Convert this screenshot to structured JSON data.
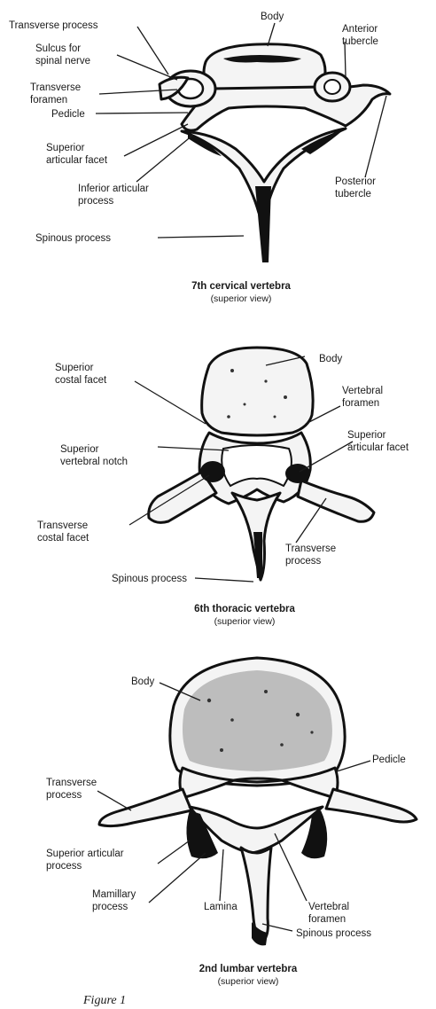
{
  "cervical": {
    "labels": {
      "transverse_process": "Transverse process",
      "sulcus": [
        "Sulcus for",
        "spinal nerve"
      ],
      "transverse_foramen": [
        "Transverse",
        "foramen"
      ],
      "pedicle": "Pedicle",
      "superior_facet": [
        "Superior",
        "articular facet"
      ],
      "inferior_process": [
        "Inferior articular",
        "process"
      ],
      "spinous_process": "Spinous process",
      "body": "Body",
      "anterior_tubercle": [
        "Anterior",
        "tubercle"
      ],
      "posterior_tubercle": [
        "Posterior",
        "tubercle"
      ]
    },
    "caption": "7th cervical vertebra",
    "view": "(superior view)"
  },
  "thoracic": {
    "labels": {
      "body": "Body",
      "superior_costal_facet": [
        "Superior",
        "costal facet"
      ],
      "vertebral_foramen": [
        "Vertebral",
        "foramen"
      ],
      "superior_articular_facet": [
        "Superior",
        "articular facet"
      ],
      "superior_vertebral_notch": [
        "Superior",
        "vertebral notch"
      ],
      "transverse_costal_facet": [
        "Transverse",
        "costal facet"
      ],
      "transverse_process": [
        "Transverse",
        "process"
      ],
      "spinous_process": "Spinous process"
    },
    "caption": "6th thoracic vertebra",
    "view": "(superior view)"
  },
  "lumbar": {
    "labels": {
      "body": "Body",
      "pedicle": "Pedicle",
      "transverse_process": [
        "Transverse",
        "process"
      ],
      "superior_articular_process": [
        "Superior articular",
        "process"
      ],
      "mamillary_process": [
        "Mamillary",
        "process"
      ],
      "lamina": "Lamina",
      "vertebral_foramen": [
        "Vertebral",
        "foramen"
      ],
      "spinous_process": "Spinous process"
    },
    "caption": "2nd lumbar vertebra",
    "view": "(superior view)"
  },
  "figure_label": "Figure 1"
}
